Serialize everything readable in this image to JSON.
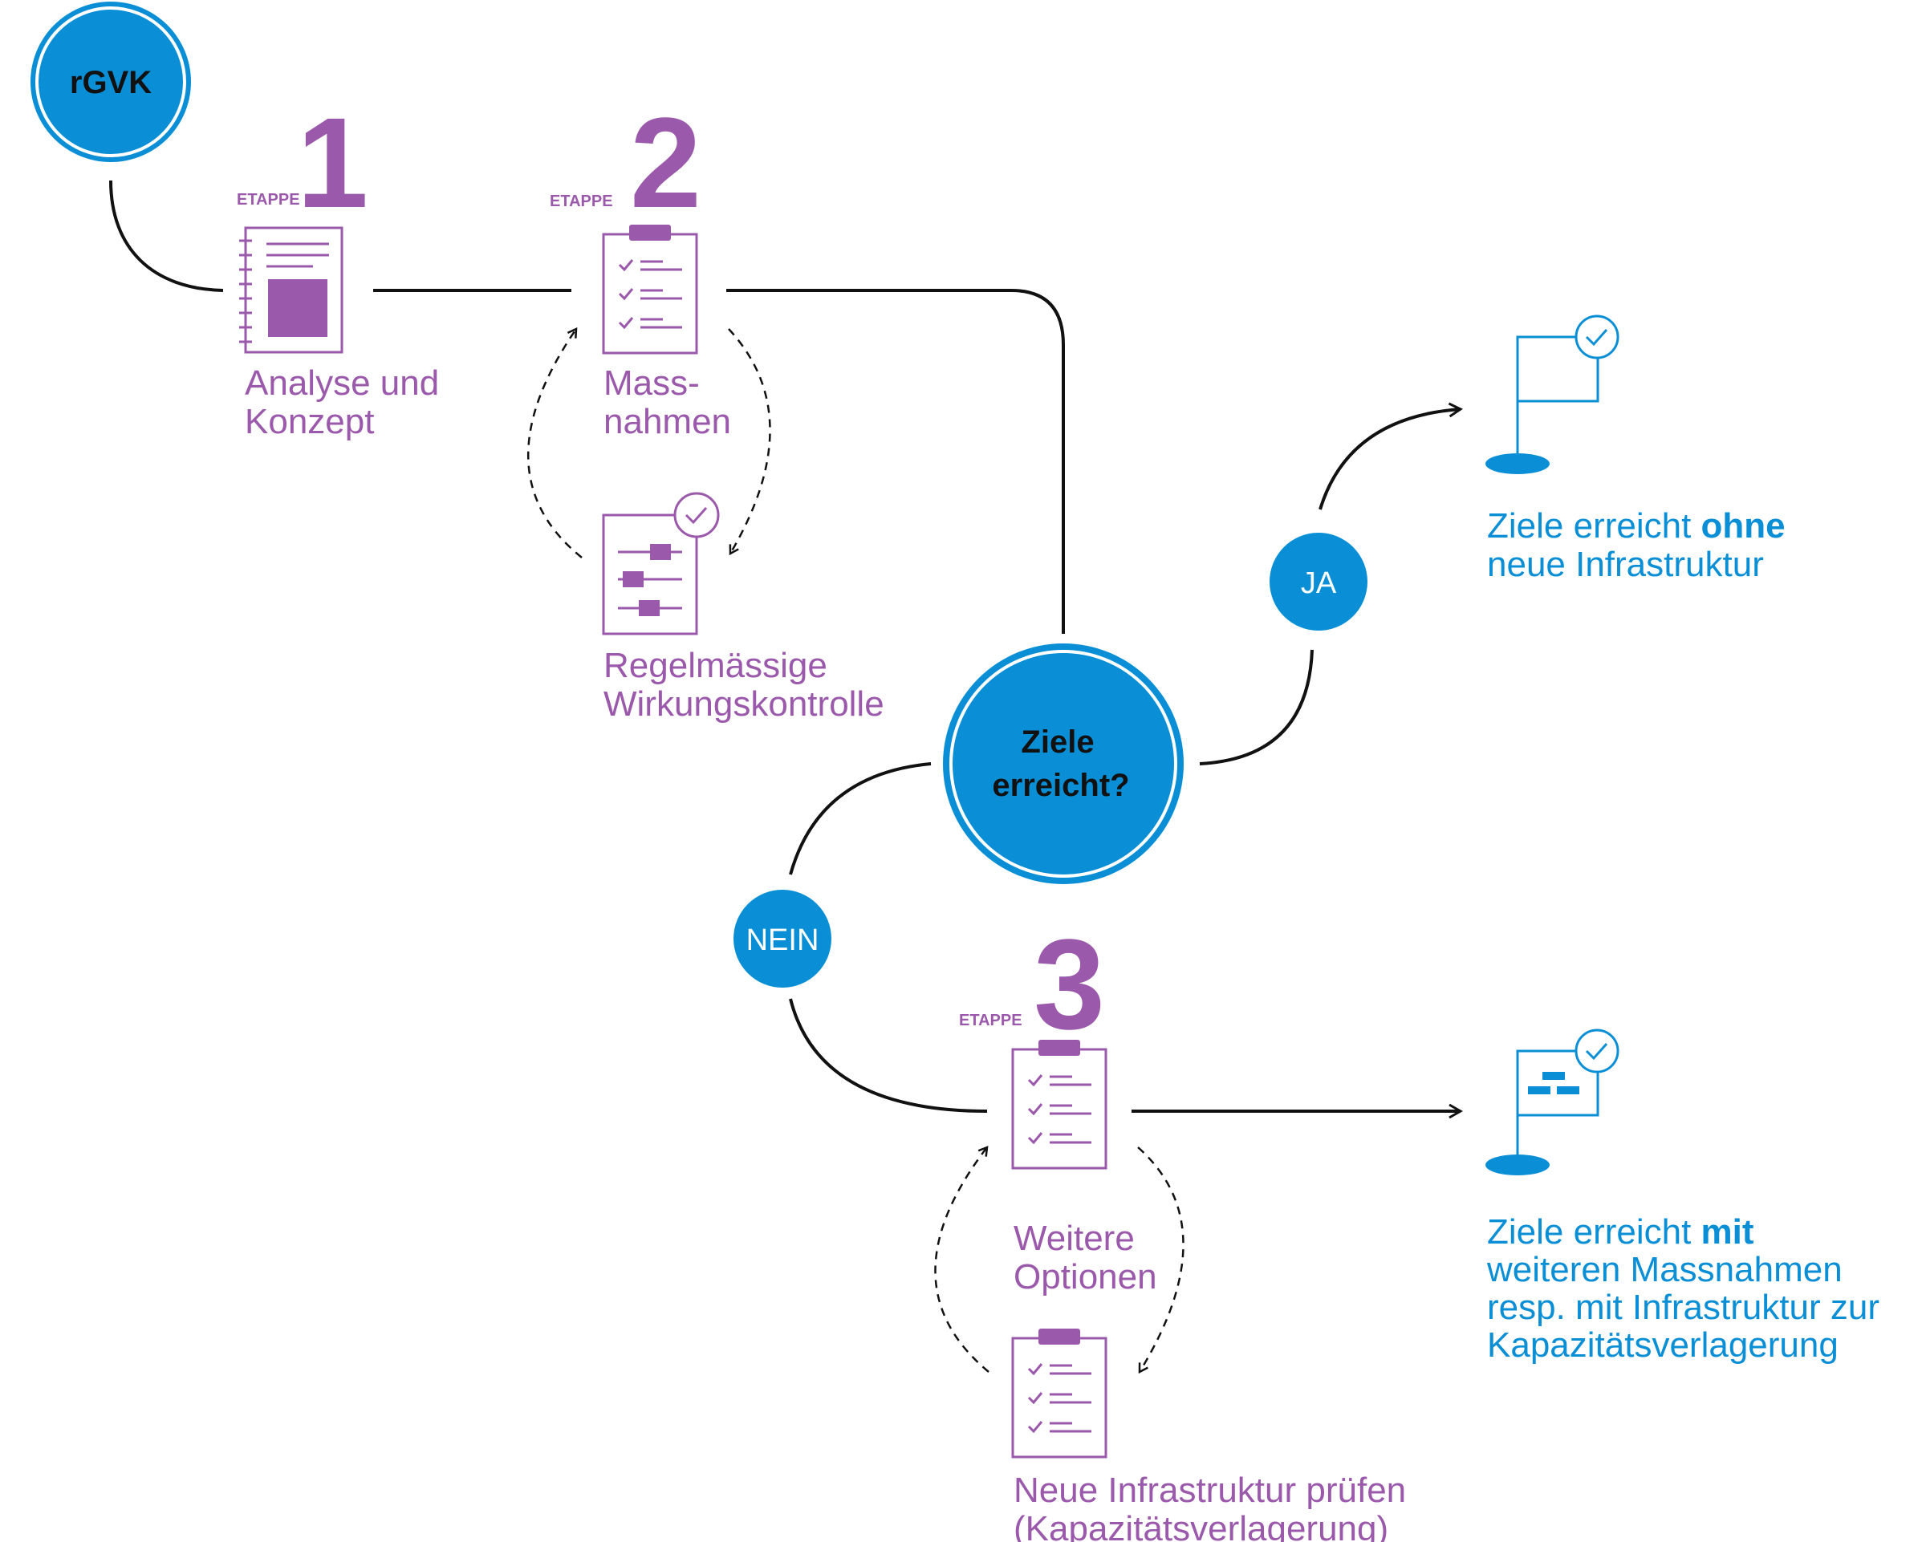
{
  "start_node": {
    "label": "rGVK"
  },
  "decision_node": {
    "line1": "Ziele",
    "line2": "erreicht?"
  },
  "branch_yes": {
    "label": "JA"
  },
  "branch_no": {
    "label": "NEIN"
  },
  "stages": [
    {
      "etappe_label": "ETAPPE",
      "number": "1",
      "title_line1": "Analyse und",
      "title_line2": "Konzept"
    },
    {
      "etappe_label": "ETAPPE",
      "number": "2",
      "title_line1": "Mass-",
      "title_line2": "nahmen"
    },
    {
      "etappe_label": "ETAPPE",
      "number": "3",
      "title_line1": "Weitere",
      "title_line2": "Optionen"
    }
  ],
  "loop_steps": {
    "control": {
      "line1": "Regelmässige",
      "line2": "Wirkungskontrolle"
    },
    "infra_check": {
      "line1": "Neue Infrastruktur prüfen",
      "line2": "(Kapazitätsverlagerung)"
    }
  },
  "outcomes": {
    "without_infra": {
      "pre": "Ziele erreicht ",
      "bold": "ohne",
      "line2": "neue Infrastruktur"
    },
    "with_infra": {
      "pre": "Ziele erreicht ",
      "bold": "mit",
      "line2": "weiteren Massnahmen",
      "line3": "resp. mit Infrastruktur zur",
      "line4": "Kapazitätsverlagerung"
    }
  },
  "colors": {
    "purple": "#9b59ab",
    "blue": "#0a8fd6",
    "line": "#111111"
  }
}
